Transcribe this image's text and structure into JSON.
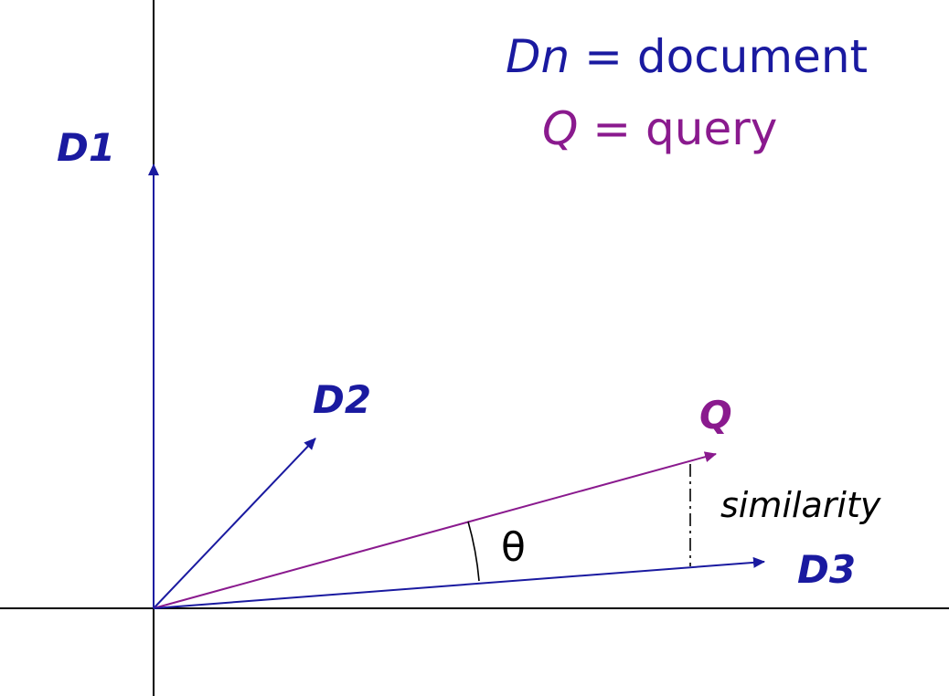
{
  "legend": {
    "document_symbol": "Dn",
    "document_equals": " = ",
    "document_text": "document",
    "query_symbol": "Q",
    "query_equals": " = ",
    "query_text": "query"
  },
  "vectors": {
    "d1_label": "D1",
    "d2_label": "D2",
    "d3_label": "D3",
    "q_label": "Q"
  },
  "annotations": {
    "angle_symbol": "θ",
    "similarity_label": "similarity"
  },
  "colors": {
    "document": "#1a1aa0",
    "query": "#8a1a8e",
    "axis": "#000000"
  }
}
